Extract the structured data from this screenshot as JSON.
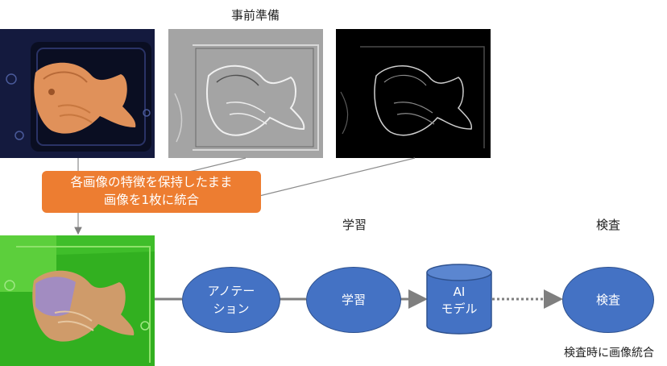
{
  "section_prep": "事前準備",
  "section_learn": "学習",
  "section_inspect": "検査",
  "callout": {
    "line1": "各画像の特徴を保持したまま",
    "line2": "画像を1枚に統合"
  },
  "nodes": {
    "annotation": {
      "line1": "アノテー",
      "line2": "ション"
    },
    "learning": "学習",
    "ai_model": {
      "line1": "AI",
      "line2": "モデル"
    },
    "inspection": "検査"
  },
  "note_inspect": "検査時に画像統合",
  "colors": {
    "node_fill": "#4472C4",
    "node_stroke": "#2F528F",
    "callout_fill": "#ED7D31",
    "connector": "#7F7F7F"
  }
}
